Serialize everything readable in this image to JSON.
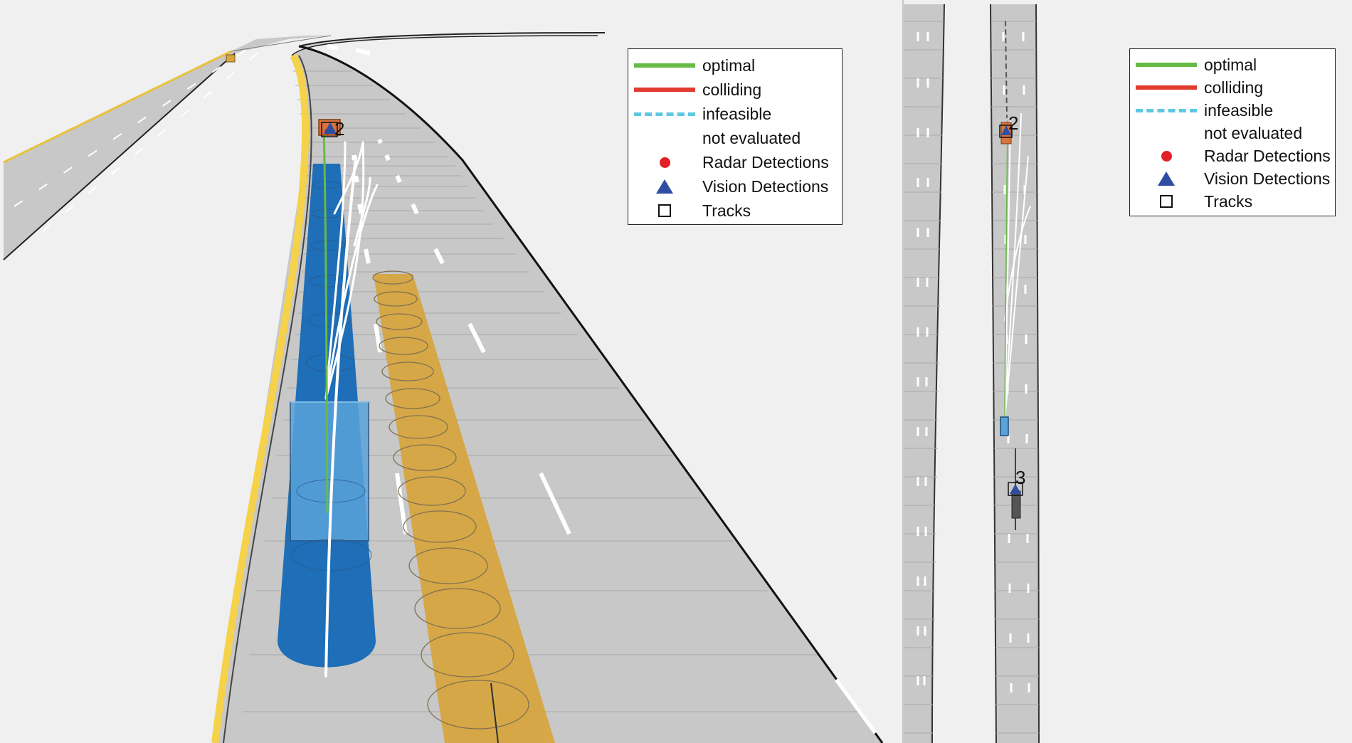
{
  "colors": {
    "background": "#f0f0f0",
    "road": "#c8c8c8",
    "optimal": "#66bb44",
    "colliding": "#e23a2f",
    "infeasible": "#5fc8e0",
    "not_evaluated": "#ffffff",
    "radar": "#e21f26",
    "vision": "#2e4ea3",
    "tracks": "#111111",
    "ego_coverage": "#1f78c8",
    "other_coverage": "#d7a53d",
    "road_edge_yellow": "#f5d24a"
  },
  "legend_items": [
    {
      "id": "optimal",
      "label": "optimal",
      "symbol": "line-solid",
      "color": "#66bb44"
    },
    {
      "id": "colliding",
      "label": "colliding",
      "symbol": "line-solid",
      "color": "#e23a2f"
    },
    {
      "id": "infeasible",
      "label": "infeasible",
      "symbol": "line-dashed",
      "color": "#5fc8e0"
    },
    {
      "id": "not-evaluated",
      "label": "not evaluated",
      "symbol": "line-solid",
      "color": "#ffffff"
    },
    {
      "id": "radar-detections",
      "label": "Radar Detections",
      "symbol": "circle",
      "color": "#e21f26"
    },
    {
      "id": "vision-detections",
      "label": "Vision Detections",
      "symbol": "triangle",
      "color": "#2e4ea3"
    },
    {
      "id": "tracks",
      "label": "Tracks",
      "symbol": "square",
      "color": "#111111"
    }
  ],
  "chase_view": {
    "legend": {
      "optimal": "optimal",
      "colliding": "colliding",
      "infeasible": "infeasible",
      "not_evaluated": "not evaluated",
      "radar": "Radar Detections",
      "vision": "Vision Detections",
      "tracks": "Tracks"
    },
    "track_labels": [
      "2"
    ]
  },
  "birds_eye_view": {
    "legend": {
      "optimal": "optimal",
      "colliding": "colliding",
      "infeasible": "infeasible",
      "not_evaluated": "not evaluated",
      "radar": "Radar Detections",
      "vision": "Vision Detections",
      "tracks": "Tracks"
    },
    "track_labels": [
      "2",
      "3"
    ]
  }
}
